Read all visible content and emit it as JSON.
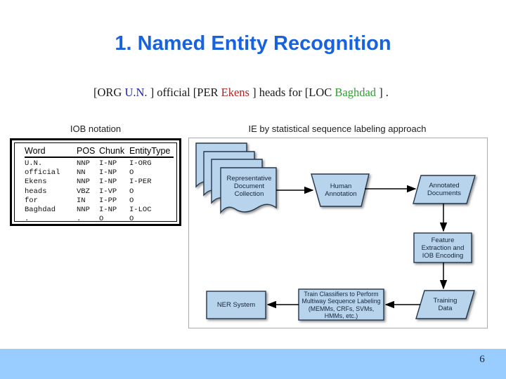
{
  "slide": {
    "title": "1. Named Entity Recognition",
    "page_number": "6"
  },
  "example_sentence": {
    "parts": [
      {
        "text": "[ORG ",
        "entity": "none"
      },
      {
        "text": "U.N.",
        "entity": "ORG"
      },
      {
        "text": " ] official [PER ",
        "entity": "none"
      },
      {
        "text": "Ekens",
        "entity": "PER"
      },
      {
        "text": " ] heads for [LOC ",
        "entity": "none"
      },
      {
        "text": "Baghdad",
        "entity": "LOC"
      },
      {
        "text": " ] .",
        "entity": "none"
      }
    ]
  },
  "section_labels": {
    "left": "IOB notation",
    "right": "IE by statistical sequence labeling approach"
  },
  "iob_table": {
    "headers": [
      "Word",
      "POS",
      "Chunk",
      "EntityType"
    ],
    "rows": [
      [
        "U.N.",
        "NNP",
        "I-NP",
        "I-ORG"
      ],
      [
        "official",
        "NN",
        "I-NP",
        "O"
      ],
      [
        "Ekens",
        "NNP",
        "I-NP",
        "I-PER"
      ],
      [
        "heads",
        "VBZ",
        "I-VP",
        "O"
      ],
      [
        "for",
        "IN",
        "I-PP",
        "O"
      ],
      [
        "Baghdad",
        "NNP",
        "I-NP",
        "I-LOC"
      ],
      [
        ".",
        ".",
        "O",
        "O"
      ]
    ]
  },
  "diagram": {
    "nodes": {
      "document_collection": "Representative Document Collection",
      "human_annotation": "Human Annotation",
      "annotated_documents": "Annotated Documents",
      "feature_extraction": "Feature Extraction and IOB Encoding",
      "training_data": "Training Data",
      "train_classifiers": "Train Classifiers to Perform Multiway Sequence Labeling (MEMMs, CRFs, SVMs, HMMs, etc.)",
      "ner_system": "NER System"
    }
  },
  "colors": {
    "title_blue": "#1862DB",
    "footer_bar": "#99CCFF",
    "node_fill": "#B8D4EC",
    "node_border": "#24364A",
    "entity_org": "#2222AA",
    "entity_per": "#B22222",
    "entity_loc": "#2E9E2E"
  }
}
